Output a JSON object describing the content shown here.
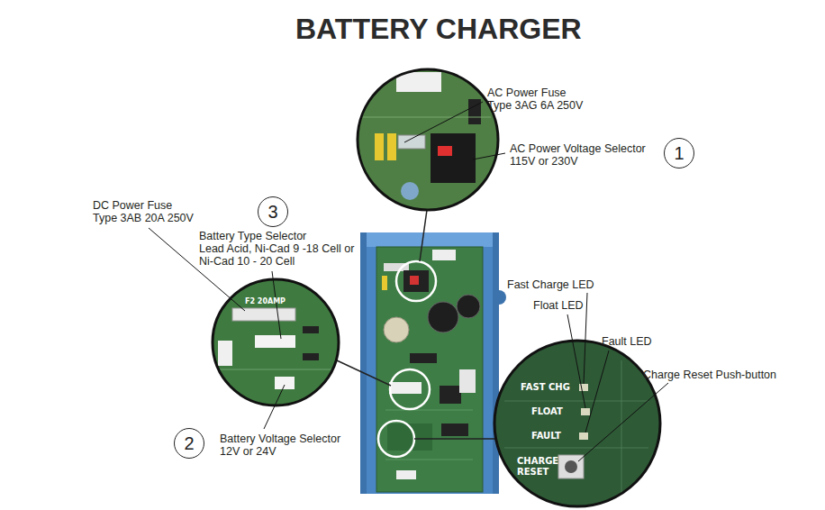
{
  "diagram": {
    "title": "BATTERY CHARGER",
    "nodes": [
      {
        "text": [
          "1"
        ]
      },
      {
        "text": [
          "3"
        ]
      },
      {
        "text": [
          "2"
        ]
      }
    ],
    "labels": [
      "AC Power Fuse",
      "Type 3AG 6A 250V",
      "AC Power Voltage Selector",
      "115V or 230V",
      "DC Power Fuse",
      "Type 3AB 20A 250V",
      "Battery Type Selector",
      "Lead Acid, Ni-Cad 9 -18 Cell or Ni-Cad 10 - 20 Cell",
      "Battery Voltage Selector",
      "12V or 24V",
      "Fast Charge LED",
      "Float LED",
      "Fault LED",
      "Charge Reset Push-button",
      "F2 20AMP",
      "FAST CHG",
      "FLOAT",
      "FAULT",
      "CHARGE RESET"
    ]
  }
}
